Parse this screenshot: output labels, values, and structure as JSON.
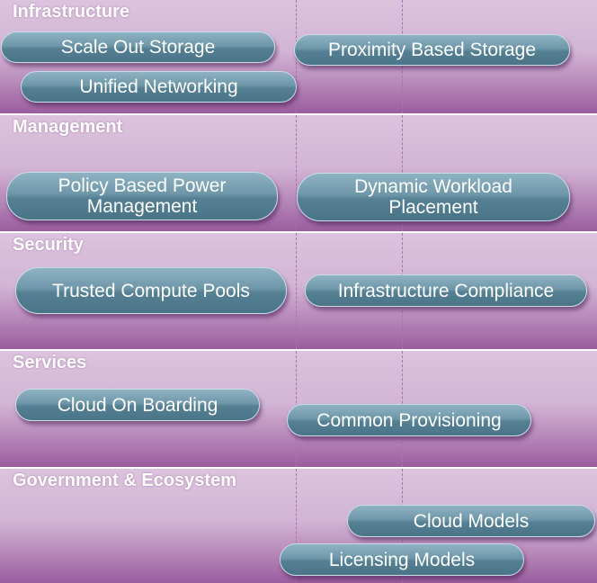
{
  "sections": [
    {
      "title": "Infrastructure",
      "pills": [
        "Scale Out  Storage",
        "Proximity  Based Storage",
        "Unified Networking"
      ]
    },
    {
      "title": "Management",
      "pills": [
        "Policy Based Power\nManagement",
        "Dynamic Workload\nPlacement"
      ]
    },
    {
      "title": "Security",
      "pills": [
        "Trusted  Compute Pools",
        "Infrastructure   Compliance"
      ]
    },
    {
      "title": "Services",
      "pills": [
        "Cloud On Boarding",
        "Common Provisioning"
      ]
    },
    {
      "title": "Government & Ecosystem",
      "pills": [
        "Cloud Models",
        "Licensing Models"
      ]
    }
  ]
}
